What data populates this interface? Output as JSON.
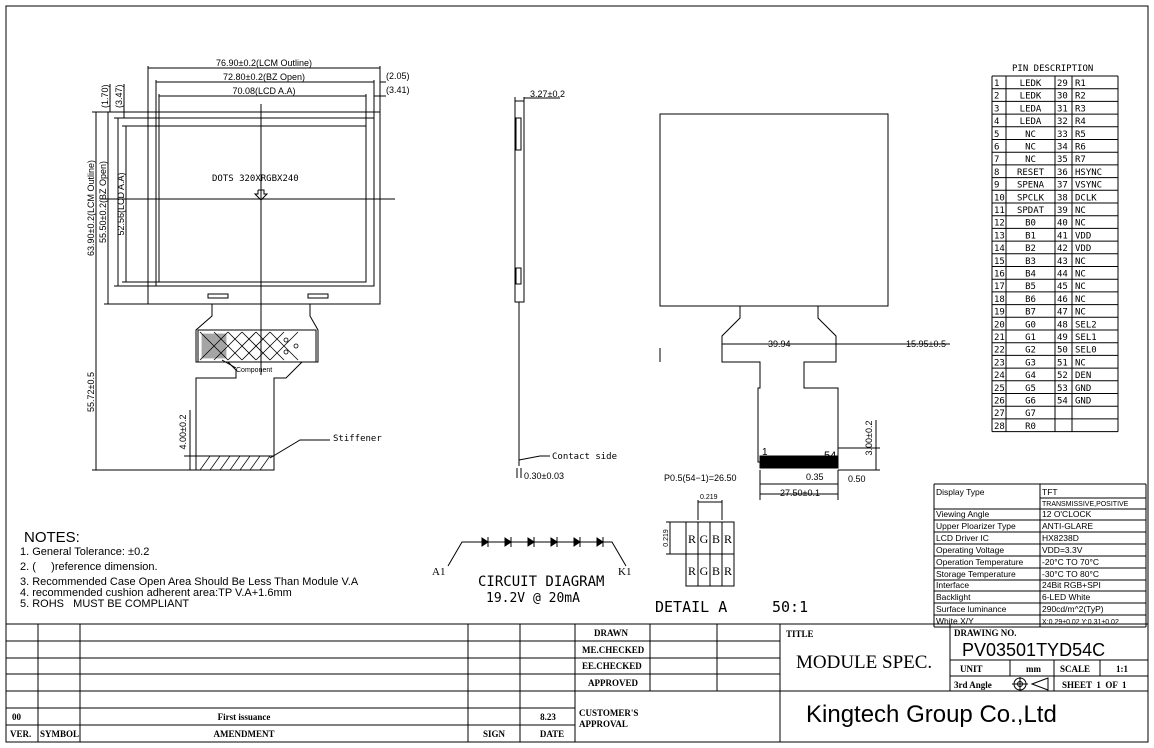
{
  "front_view": {
    "dims": {
      "lcm_width": "76.90±0.2(LCM Outline)",
      "bz_width": "72.80±0.2(BZ Open)",
      "aa_width": "70.08(LCD A.A)",
      "right_offset_1": "(2.05)",
      "right_offset_2": "(3.41)",
      "top_offset_1": "(1.70)",
      "top_offset_2": "(3.47)",
      "lcm_height": "63.90±0.2(LCM Outline)",
      "bz_height": "55.50±0.2(BZ Open)",
      "aa_height": "52.56(LCD A.A)",
      "total_height": "55.72±0.5",
      "stiffener_height": "4.00±0.2"
    },
    "dots": "DOTS 320XRGBX240",
    "component_label": "Component",
    "stiffener_label": "Stiffener"
  },
  "side_view": {
    "thickness": "3.27±0.2",
    "contact_side": "Contact side",
    "fpc_thickness": "0.30±0.03"
  },
  "back_view": {
    "dim_left": "39.94",
    "dim_right": "15.95±0.5",
    "pitch": "P0.5(54−1)=26.50",
    "pin_1": "1",
    "pin_54": "54",
    "dim_035": "0.35",
    "dim_050": "0.50",
    "dim_2750": "27.50±0.1",
    "dim_300": "3.00±0.2"
  },
  "detail_a": {
    "dim_h": "0.219",
    "dim_v": "0.219",
    "rows": [
      [
        "R",
        "G",
        "B",
        "R"
      ],
      [
        "R",
        "G",
        "B",
        "R"
      ]
    ],
    "title": "DETAIL A",
    "scale": "50:1"
  },
  "circuit": {
    "a1": "A1",
    "k1": "K1",
    "title": "CIRCUIT DIAGRAM",
    "rating": "19.2V @ 20mA"
  },
  "notes": {
    "title": "NOTES:",
    "items": [
      "1. General Tolerance: ±0.2",
      "2. (     )reference dimension.",
      "3. Recommended Case Open Area Should Be Less Than Module V.A",
      "4. recommended cushion adherent area:TP V.A+1.6mm",
      "5. ROHS   MUST BE COMPLIANT"
    ]
  },
  "pin_description": {
    "title": "PIN DESCRIPTION",
    "rows": [
      [
        "1",
        "LEDK",
        "29",
        "R1"
      ],
      [
        "2",
        "LEDK",
        "30",
        "R2"
      ],
      [
        "3",
        "LEDA",
        "31",
        "R3"
      ],
      [
        "4",
        "LEDA",
        "32",
        "R4"
      ],
      [
        "5",
        "NC",
        "33",
        "R5"
      ],
      [
        "6",
        "NC",
        "34",
        "R6"
      ],
      [
        "7",
        "NC",
        "35",
        "R7"
      ],
      [
        "8",
        "RESET",
        "36",
        "HSYNC"
      ],
      [
        "9",
        "SPENA",
        "37",
        "VSYNC"
      ],
      [
        "10",
        "SPCLK",
        "38",
        "DCLK"
      ],
      [
        "11",
        "SPDAT",
        "39",
        "NC"
      ],
      [
        "12",
        "B0",
        "40",
        "NC"
      ],
      [
        "13",
        "B1",
        "41",
        "VDD"
      ],
      [
        "14",
        "B2",
        "42",
        "VDD"
      ],
      [
        "15",
        "B3",
        "43",
        "NC"
      ],
      [
        "16",
        "B4",
        "44",
        "NC"
      ],
      [
        "17",
        "B5",
        "45",
        "NC"
      ],
      [
        "18",
        "B6",
        "46",
        "NC"
      ],
      [
        "19",
        "B7",
        "47",
        "NC"
      ],
      [
        "20",
        "G0",
        "48",
        "SEL2"
      ],
      [
        "21",
        "G1",
        "49",
        "SEL1"
      ],
      [
        "22",
        "G2",
        "50",
        "SEL0"
      ],
      [
        "23",
        "G3",
        "51",
        "NC"
      ],
      [
        "24",
        "G4",
        "52",
        "DEN"
      ],
      [
        "25",
        "G5",
        "53",
        "GND"
      ],
      [
        "26",
        "G6",
        "54",
        "GND"
      ],
      [
        "27",
        "G7",
        "",
        ""
      ],
      [
        "28",
        "R0",
        "",
        ""
      ]
    ]
  },
  "specs": [
    [
      "Display Type",
      "TFT"
    ],
    [
      "",
      "TRANSMISSIVE,POSITIVE"
    ],
    [
      "Viewing Angle",
      "12 O'CLOCK"
    ],
    [
      "Upper Ploarizer Type",
      "ANTI-GLARE"
    ],
    [
      "LCD Driver IC",
      "HX8238D"
    ],
    [
      "Operating Voltage",
      "VDD=3.3V"
    ],
    [
      "Operation Temperature",
      "-20°C TO 70°C"
    ],
    [
      "Storage Temperature",
      "-30°C TO 80°C"
    ],
    [
      "Interface",
      "24Bit RGB+SPI"
    ],
    [
      "Backlight",
      "6-LED White"
    ],
    [
      "Surface luminance",
      "290cd/m^2(TyP)"
    ],
    [
      "White X/Y",
      "X:0.29±0.02 Y:0.31±0.02"
    ]
  ],
  "title_block": {
    "drawn": "DRAWN",
    "me_checked": "ME.CHECKED",
    "ee_checked": "EE.CHECKED",
    "approved": "APPROVED",
    "customers_approval_1": "CUSTOMER'S",
    "customers_approval_2": "APPROVAL",
    "ver": "VER.",
    "symbol": "SYMBOL",
    "amendment": "AMENDMENT",
    "sign": "SIGN",
    "date": "DATE",
    "row_ver": "00",
    "row_amendment": "First issuance",
    "row_date": "8.23",
    "title_label": "TITLE",
    "title": "MODULE SPEC.",
    "drawing_no_label": "DRAWING NO.",
    "drawing_no": "PV03501TYD54C",
    "unit_label": "UNIT",
    "unit": "mm",
    "scale_label": "SCALE",
    "scale": "1:1",
    "angle": "3rd Angle",
    "sheet": "SHEET  1  OF  1",
    "company": "Kingtech Group Co.,Ltd"
  }
}
